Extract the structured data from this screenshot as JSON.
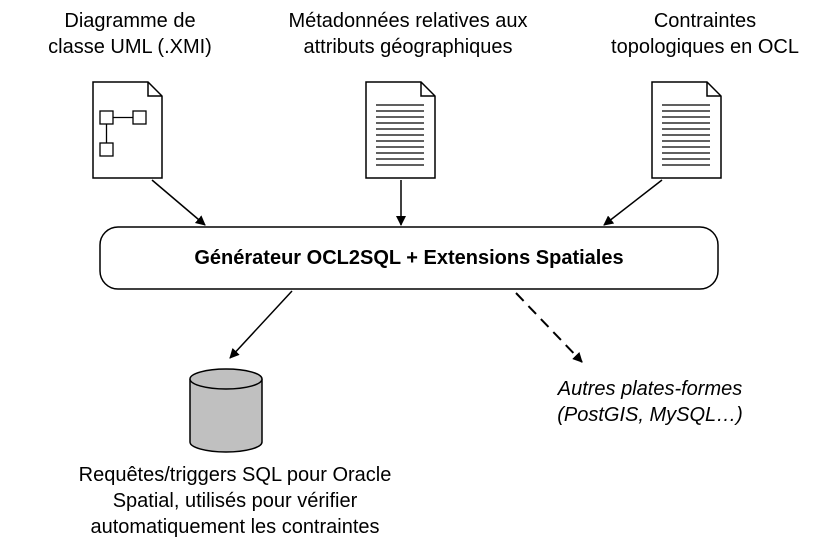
{
  "inputs": {
    "uml": {
      "line1": "Diagramme de",
      "line2": "classe UML (.XMI)"
    },
    "metadata": {
      "line1": "Métadonnées relatives aux",
      "line2": "attributs géographiques"
    },
    "ocl": {
      "line1": "Contraintes",
      "line2": "topologiques en OCL"
    }
  },
  "generator": {
    "label": "Générateur OCL2SQL + Extensions Spatiales"
  },
  "outputs": {
    "oracle": {
      "line1": "Requêtes/triggers SQL pour Oracle",
      "line2": "Spatial, utilisés pour vérifier",
      "line3": "automatiquement les contraintes"
    },
    "other": {
      "line1": "Autres plates-formes",
      "line2": "(PostGIS, MySQL…)"
    }
  }
}
